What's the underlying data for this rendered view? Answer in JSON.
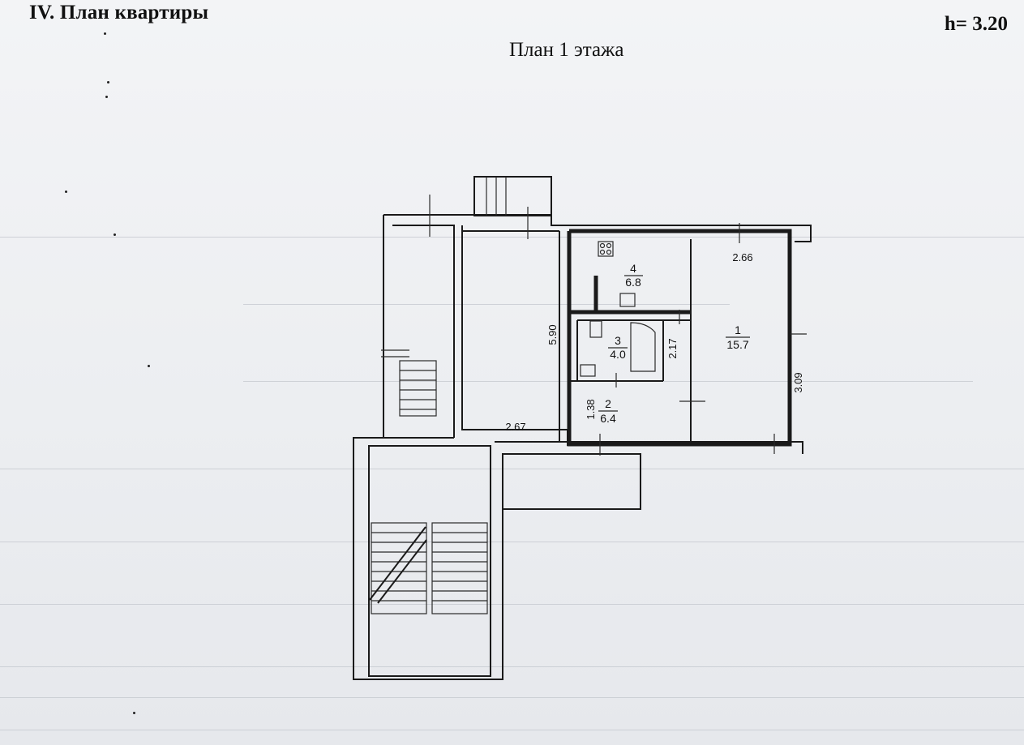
{
  "header": {
    "title": "IV. План квартиры",
    "height_label": "h= 3.20",
    "plan_caption": "План 1 этажа"
  },
  "rooms": [
    {
      "number": "1",
      "area": "15.7"
    },
    {
      "number": "2",
      "area": "6.4"
    },
    {
      "number": "3",
      "area": "4.0"
    },
    {
      "number": "4",
      "area": "6.8"
    }
  ],
  "dimensions": [
    "2.66",
    "5.90",
    "2.17",
    "3.09",
    "1.38",
    "2.67"
  ],
  "colors": {
    "paper": "#eef0f2",
    "ink": "#1a1a1a",
    "ghost_text": "#b9bdc4"
  }
}
